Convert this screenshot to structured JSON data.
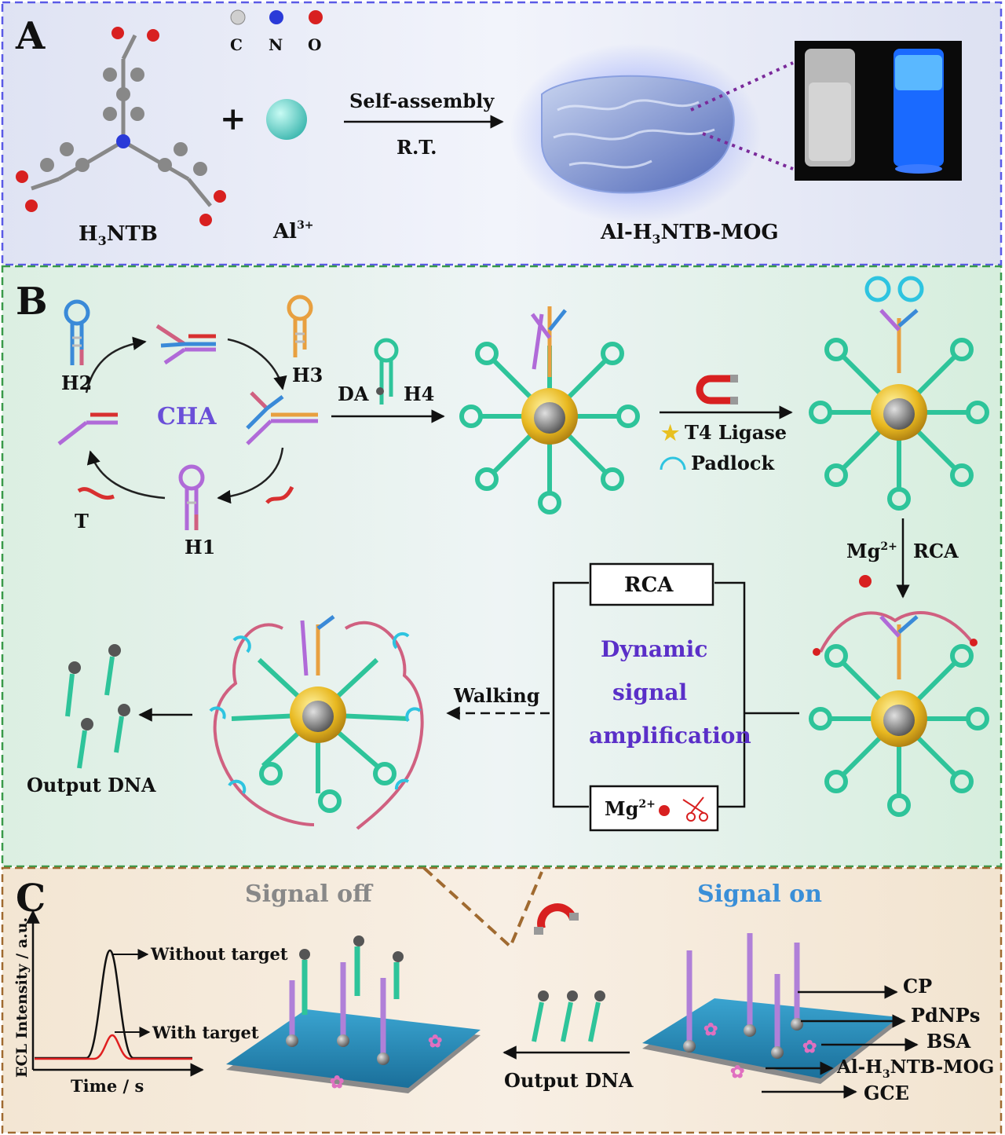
{
  "panelA": {
    "letter": "A",
    "legend": [
      "C",
      "N",
      "O"
    ],
    "ligand_prefix": "H",
    "ligand_sub": "3",
    "ligand_suffix": "NTB",
    "metal_base": "Al",
    "metal_sup": "3+",
    "arrow_top": "Self-assembly",
    "arrow_bottom": "R.T.",
    "gel_prefix": "Al-H",
    "gel_sub": "3",
    "gel_suffix": "NTB-MOG"
  },
  "panelB": {
    "letter": "B",
    "cha": "CHA",
    "h2": "H2",
    "h3": "H3",
    "h1": "H1",
    "t": "T",
    "da": "DA",
    "h4": "H4",
    "t4": "T4 Ligase",
    "padlock": "Padlock",
    "mg_base": "Mg",
    "mg_sup": "2+",
    "rca": "RCA",
    "box_rca": "RCA",
    "dyn1": "Dynamic",
    "dyn2": "signal",
    "dyn3": "amplification",
    "walking": "Walking",
    "output": "Output DNA"
  },
  "panelC": {
    "letter": "C",
    "signal_off": "Signal off",
    "signal_on": "Signal on",
    "ylabel": "ECL Intensity / a.u.",
    "xlabel": "Time / s",
    "without": "Without target",
    "with": "With target",
    "output": "Output DNA",
    "cp": "CP",
    "pd": "PdNPs",
    "bsa": "BSA",
    "mog_prefix": "Al-H",
    "mog_sub": "3",
    "mog_suffix": "NTB-MOG",
    "gce": "GCE"
  },
  "colors": {
    "panelA_border": "#5a5ae6",
    "panelB_border": "#3a9a4a",
    "panelC_border": "#a06a30",
    "cha": "#6a4fd8",
    "dynamic": "#5a2fc8",
    "signal_on": "#3a8fd8",
    "signal_off": "#888888",
    "strand_teal": "#2ec49a",
    "strand_purple": "#b06ad8",
    "strand_blue": "#3a8ad8",
    "strand_orange": "#e8a040",
    "strand_red": "#d83030",
    "rca_pink": "#d06080",
    "gold": "#e8b820"
  }
}
